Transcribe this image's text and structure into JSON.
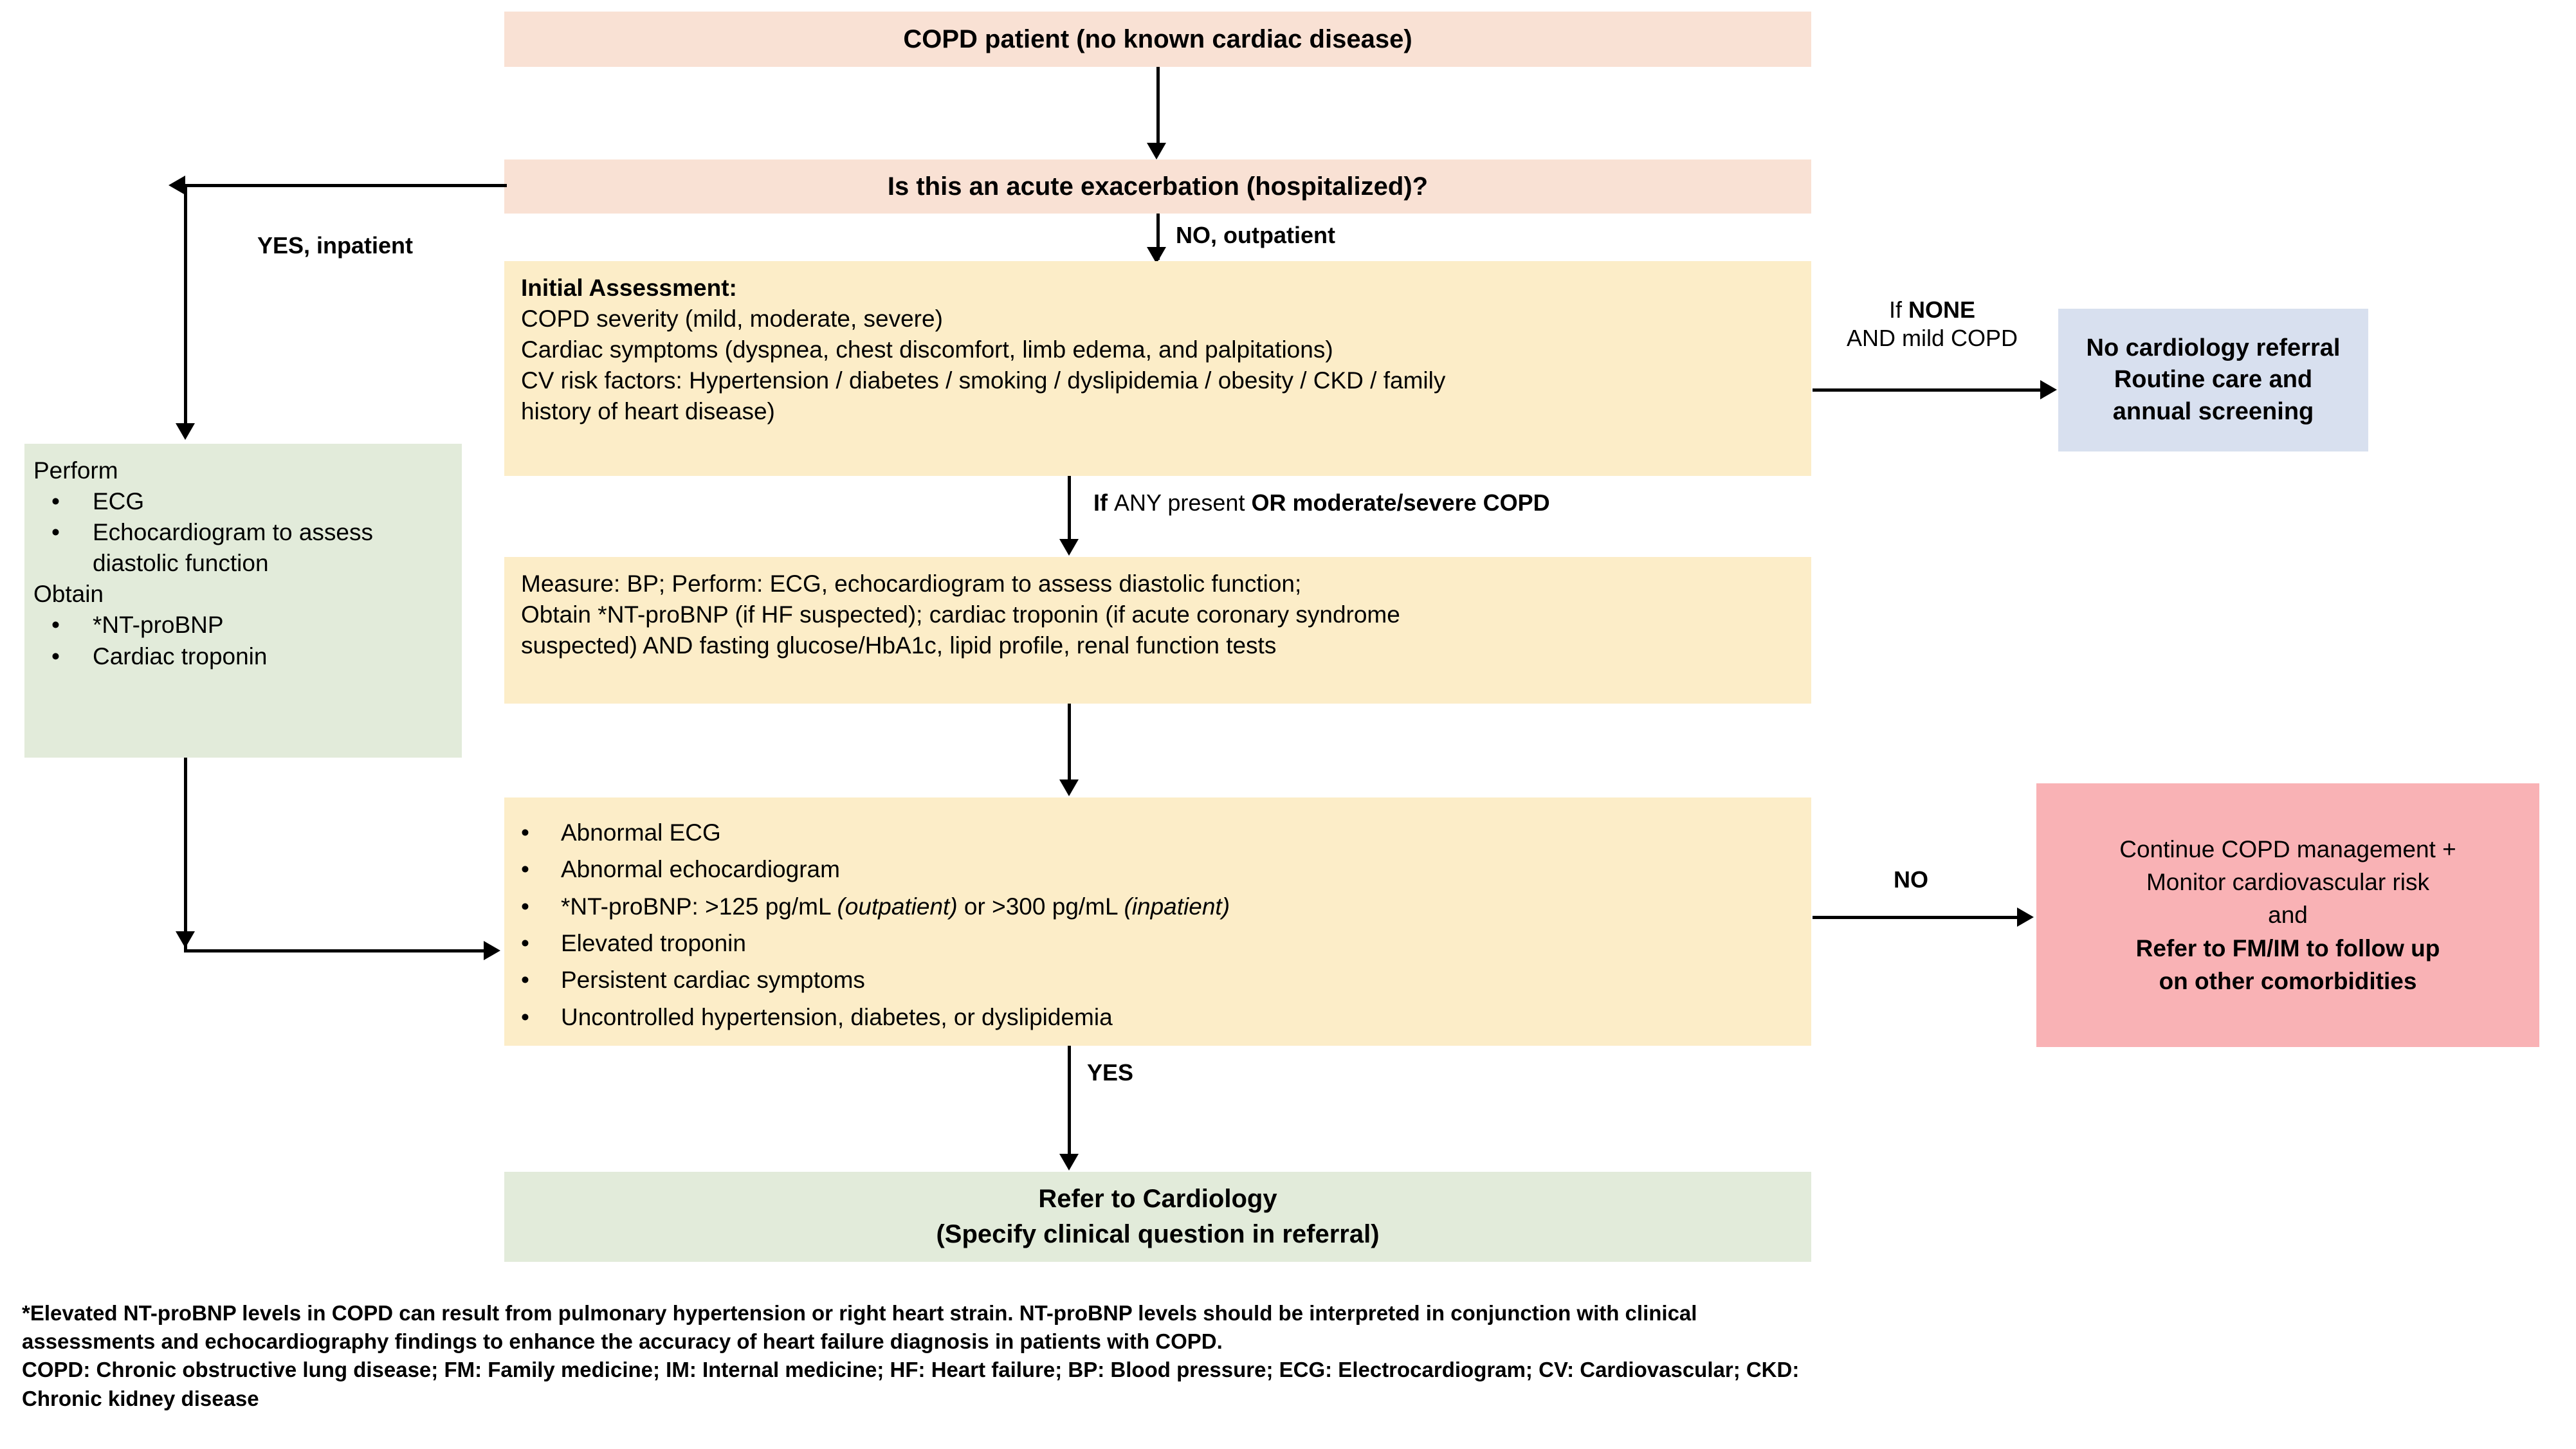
{
  "title": "COPD cardiac referral clinical pathway flowchart",
  "colors": {
    "peach": "#F9E1D4",
    "yellow": "#FCEDC8",
    "green": "#E2EBDA",
    "blue": "#D8E0EF",
    "red": "#F9B2B5",
    "connector": "#000000"
  },
  "nodes": {
    "start": {
      "label": "COPD patient (no known cardiac disease)",
      "color": "peach"
    },
    "decision_exacerbation": {
      "label": "Is this an acute exacerbation (hospitalized)?",
      "color": "peach"
    },
    "initial_assessment": {
      "color": "yellow",
      "heading": "Initial Assessment:",
      "lines": [
        "COPD severity (mild, moderate, severe)",
        "Cardiac symptoms (dyspnea, chest discomfort, limb edema, and palpitations)",
        "CV risk factors: Hypertension / diabetes / smoking / dyslipidemia / obesity / CKD / family",
        "history of heart disease)"
      ]
    },
    "inpatient_workup": {
      "color": "green",
      "heading1": "Perform",
      "items1": [
        "ECG",
        "Echocardiogram to assess diastolic function"
      ],
      "heading2": "Obtain",
      "items2": [
        "*NT-proBNP",
        " Cardiac troponin"
      ],
      "bullet_glyph": "•"
    },
    "no_referral": {
      "color": "blue",
      "lines": [
        "No cardiology referral",
        "Routine care and",
        "annual screening"
      ]
    },
    "testing": {
      "color": "yellow",
      "lines": [
        "Measure: BP; Perform: ECG, echocardiogram to assess diastolic function;",
        "Obtain *NT-proBNP (if HF suspected); cardiac troponin (if acute coronary syndrome",
        "suspected) AND fasting glucose/HbA1c, lipid profile, renal function tests"
      ]
    },
    "criteria": {
      "color": "yellow",
      "bullet_glyph": "•",
      "items": [
        {
          "text": "Abnormal ECG"
        },
        {
          "text": "Abnormal echocardiogram"
        },
        {
          "parts": [
            {
              "t": "*NT-proBNP: >125 pg/mL ",
              "style": "regular"
            },
            {
              "t": "(outpatient)",
              "style": "italic"
            },
            {
              "t": " or >300 pg/mL ",
              "style": "regular"
            },
            {
              "t": "(inpatient)",
              "style": "italic"
            }
          ]
        },
        {
          "text": "Elevated troponin"
        },
        {
          "text": "Persistent cardiac symptoms"
        },
        {
          "text": "Uncontrolled hypertension, diabetes, or dyslipidemia"
        }
      ]
    },
    "continue_copd": {
      "color": "red",
      "line1": "Continue COPD management +",
      "line2": "Monitor cardiovascular risk",
      "line3": "and",
      "line4_bold": "Refer to FM/IM to follow up",
      "line5_bold": "on other comorbidities"
    },
    "refer_cardiology": {
      "color": "green",
      "line1": "Refer to Cardiology",
      "line2": "(Specify clinical question in referral)"
    }
  },
  "edges": {
    "yes_inpatient": "YES, inpatient",
    "no_outpatient": "NO, outpatient",
    "if_none_line1": "If ",
    "if_none_bold": "NONE",
    "if_none_line2": "AND mild COPD",
    "if_any_bold1": "If ",
    "if_any_regular": "ANY present ",
    "if_any_bold2": "OR moderate/severe COPD",
    "no": "NO",
    "yes": "YES"
  },
  "footnote": {
    "line1": "*Elevated NT-proBNP levels in COPD can result from pulmonary hypertension or right heart strain. NT-proBNP levels should be interpreted in conjunction with clinical",
    "line2": "assessments and echocardiography findings to enhance the accuracy of heart failure diagnosis in patients with COPD.",
    "line3": "COPD: Chronic obstructive lung disease; FM: Family medicine; IM: Internal medicine; HF: Heart failure; BP: Blood pressure; ECG: Electrocardiogram; CV: Cardiovascular; CKD:",
    "line4": "Chronic kidney disease"
  }
}
